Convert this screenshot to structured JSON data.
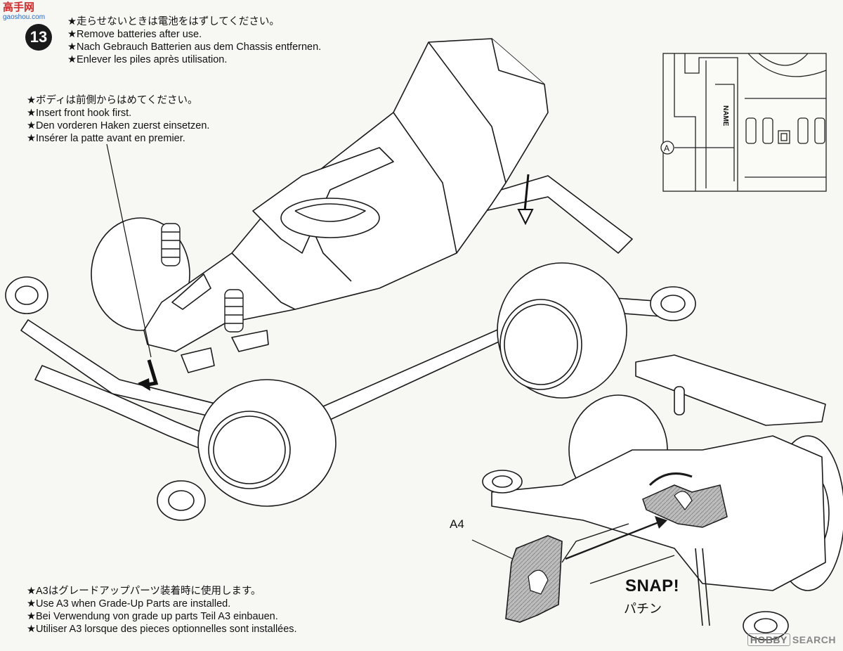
{
  "watermark": {
    "site": "高手网",
    "site_sub": "gaoshou.com",
    "search_brand": "HOBBY",
    "search_label": "SEARCH"
  },
  "step": "13",
  "battery_note": [
    "★走らせないときは電池をはずしてください。",
    "★Remove batteries after use.",
    "★Nach Gebrauch Batterien aus dem Chassis entfernen.",
    "★Enlever les piles après utilisation."
  ],
  "body_note": [
    "★ボディは前側からはめてください。",
    "★Insert front hook first.",
    "★Den vorderen Haken zuerst einsetzen.",
    "★Insérer la patte avant en premier."
  ],
  "grade_note": [
    "★A3はグレードアップパーツ装着時に使用します。",
    "★Use A3 when Grade-Up Parts are installed.",
    "★Bei Verwendung von grade up parts Teil A3 einbauen.",
    "★Utiliser A3 lorsque des pieces optionnelles sont installées."
  ],
  "inset": {
    "part_label": "A",
    "name_label": "NAME"
  },
  "part_label": "A4",
  "snap": {
    "en": "SNAP!",
    "jp": "パチン"
  }
}
